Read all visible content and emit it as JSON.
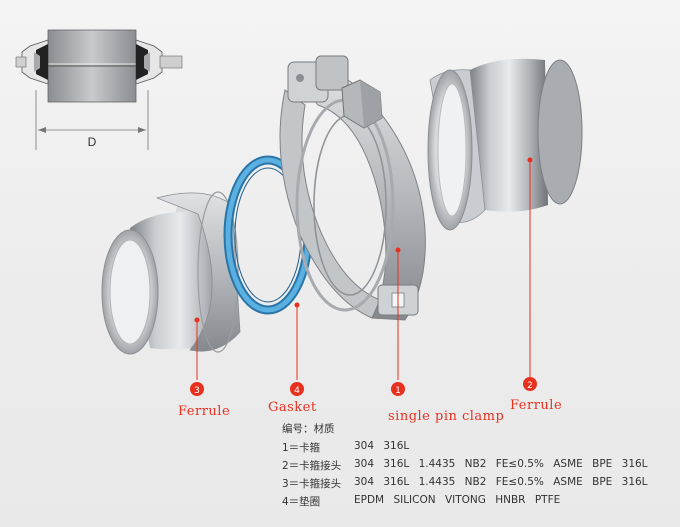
{
  "diagram": {
    "dimension_label": "D",
    "markers": [
      {
        "id": "marker-ferrule-left",
        "number": "3"
      },
      {
        "id": "marker-gasket",
        "number": "4"
      },
      {
        "id": "marker-clamp",
        "number": "1"
      },
      {
        "id": "marker-ferrule-right",
        "number": "2"
      }
    ],
    "labels": {
      "ferrule_left": "Ferrule",
      "gasket": "Gasket",
      "clamp": "single pin clamp",
      "ferrule_right": "Ferrule"
    },
    "colors": {
      "accent": "#e8301f",
      "gasket": "#3a93cc",
      "metal": "#b9bcc0"
    }
  },
  "spec_table": {
    "header": "编号：材质",
    "rows": [
      {
        "key": "1＝卡箍",
        "value": "304  316L"
      },
      {
        "key": "2＝卡箍接头",
        "value": "304  316L  1.4435  NB2  FE≤0.5%  ASME  BPE  316L"
      },
      {
        "key": "3＝卡箍接头",
        "value": "304  316L  1.4435  NB2  FE≤0.5%  ASME  BPE  316L"
      },
      {
        "key": "4＝垫圈",
        "value": "EPDM  SILICON  VITONG  HNBR  PTFE"
      }
    ]
  }
}
